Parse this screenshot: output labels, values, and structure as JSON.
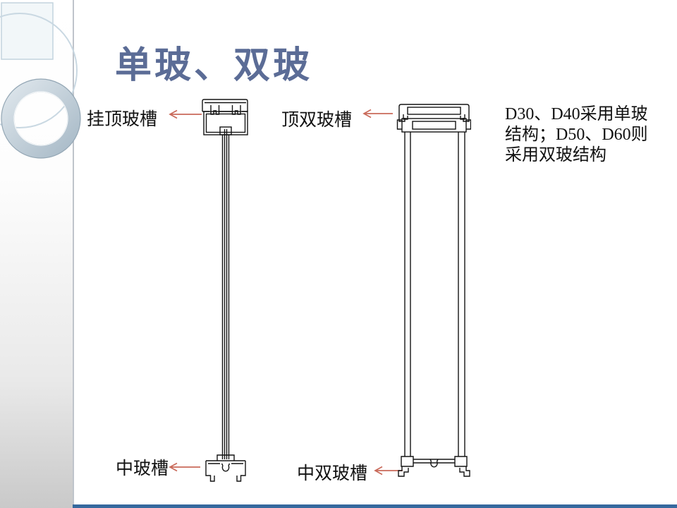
{
  "title": "单玻、双玻",
  "labels": {
    "hang_top_groove": "挂顶玻槽",
    "top_double_groove": "顶双玻槽",
    "mid_groove": "中玻槽",
    "mid_double_groove": "中双玻槽"
  },
  "note": {
    "lines": [
      "D30、D40采用单玻",
      "结构；D50、D60则",
      "采用双玻结构"
    ]
  },
  "colors": {
    "title": "#5B6C96",
    "arrow": "#C96A5A",
    "drawing": "#141414",
    "bottom_bar": "#36699E"
  }
}
